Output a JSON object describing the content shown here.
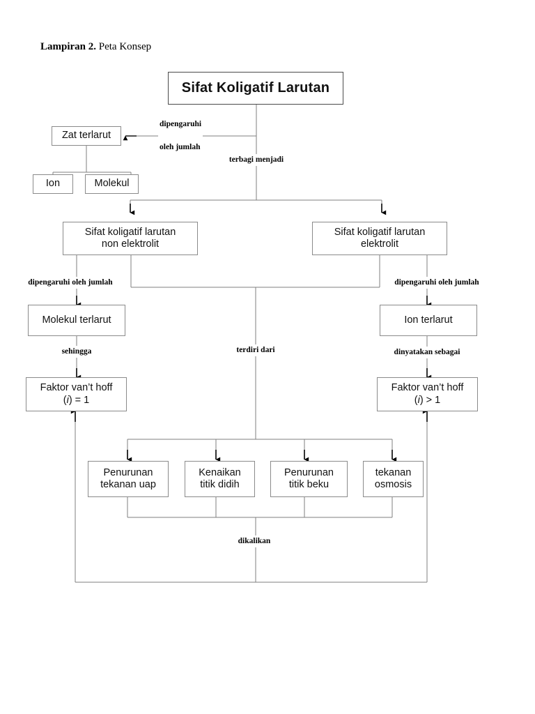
{
  "page": {
    "heading_lead": "Lampiran 2.",
    "heading_rest": " Peta Konsep"
  },
  "diagram": {
    "title": "Sifat Koligatif Larutan",
    "type": "concept-map",
    "nodes": {
      "root": "Sifat Koligatif Larutan",
      "zat_terlarut": "Zat terlarut",
      "ion": "Ion",
      "molekul": "Molekul",
      "non_elektrolit": "Sifat koligatif larutan\nnon elektrolit",
      "elektrolit": "Sifat koligatif larutan\nelektrolit",
      "molekul_terlarut": "Molekul terlarut",
      "ion_terlarut": "Ion terlarut",
      "faktor_kiri_l1": "Faktor van’t hoff",
      "faktor_kiri_l2_pre": "(",
      "faktor_kiri_l2_i": "i",
      "faktor_kiri_l2_post": ") = 1",
      "faktor_kanan_l1": "Faktor van’t hoff",
      "faktor_kanan_l2_pre": "(",
      "faktor_kanan_l2_i": "i",
      "faktor_kanan_l2_post": ") > 1",
      "penurunan_tekanan_uap": "Penurunan\ntekanan uap",
      "kenaikan_titik_didih": "Kenaikan\ntitik didih",
      "penurunan_titik_beku": "Penurunan\ntitik beku",
      "tekanan_osmosis": "tekanan\nosmosis"
    },
    "edge_labels": {
      "dipengaruhi_oleh_jumlah_top": "dipengaruhi\n\noleh jumlah",
      "terbagi_menjadi": "terbagi menjadi",
      "dipengaruhi_oleh_jumlah_kiri": "dipengaruhi oleh jumlah",
      "dipengaruhi_oleh_jumlah_kanan": "dipengaruhi oleh jumlah",
      "sehingga": "sehingga",
      "terdiri_dari": "terdiri dari",
      "dinyatakan_sebagai": "dinyatakan sebagai",
      "dikalikan": "dikalikan"
    },
    "colors": {
      "line": "#7f7f7f",
      "line_dark": "#000000",
      "box_border": "#8a8a8a",
      "root_border": "#4a4a4a",
      "text": "#111111",
      "background": "#ffffff"
    }
  }
}
